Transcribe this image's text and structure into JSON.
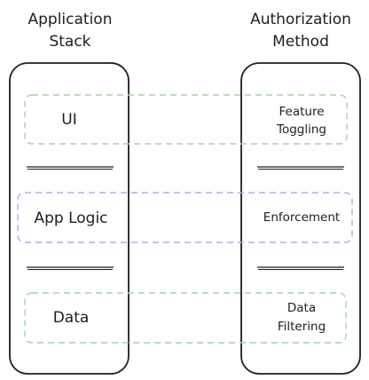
{
  "headings": {
    "left": [
      "Application",
      "Stack"
    ],
    "right": [
      "Authorization",
      "Method"
    ]
  },
  "layers": [
    {
      "id": "ui",
      "label": "UI",
      "method": [
        "Feature",
        "Toggling"
      ],
      "color": "#a9d3a3"
    },
    {
      "id": "app-logic",
      "label": "App Logic",
      "method": [
        "Enforcement"
      ],
      "color": "#b1aee4"
    },
    {
      "id": "data",
      "label": "Data",
      "method": [
        "Data",
        "Filtering"
      ],
      "color": "#9fd0c8"
    }
  ],
  "colors": {
    "stroke": "#1e1e1e",
    "background": "#ffffff"
  }
}
